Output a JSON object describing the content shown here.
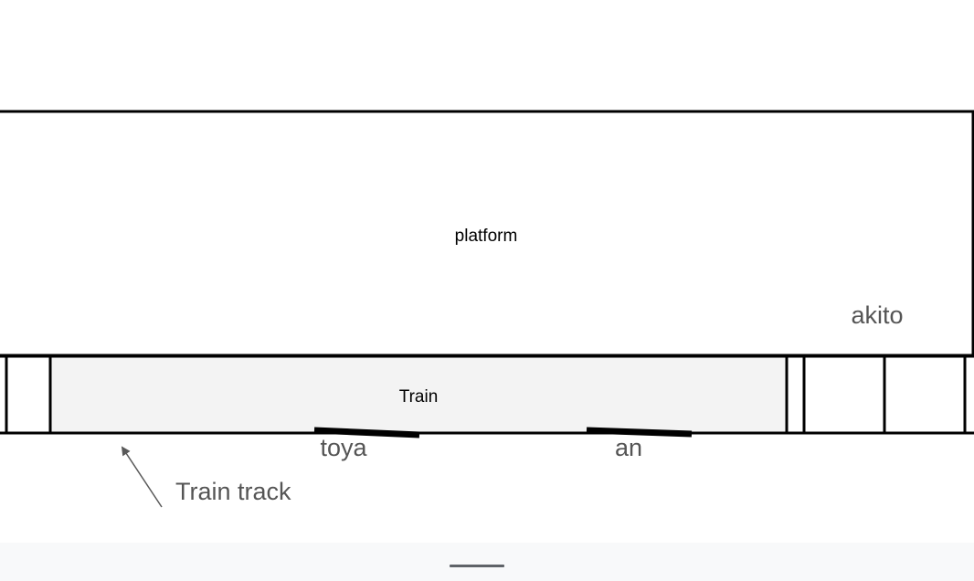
{
  "diagram": {
    "platform_label": "platform",
    "train_label": "Train",
    "track_label": "Train track",
    "person_labels": {
      "akito": "akito",
      "toya": "toya",
      "an": "an"
    }
  },
  "colors": {
    "stroke": "#000000",
    "train_fill": "#f3f3f3",
    "label_gray": "#555555",
    "arrow_gray": "#595959",
    "bottom_bar": "#f8f9fa",
    "handle": "#5f6368"
  }
}
